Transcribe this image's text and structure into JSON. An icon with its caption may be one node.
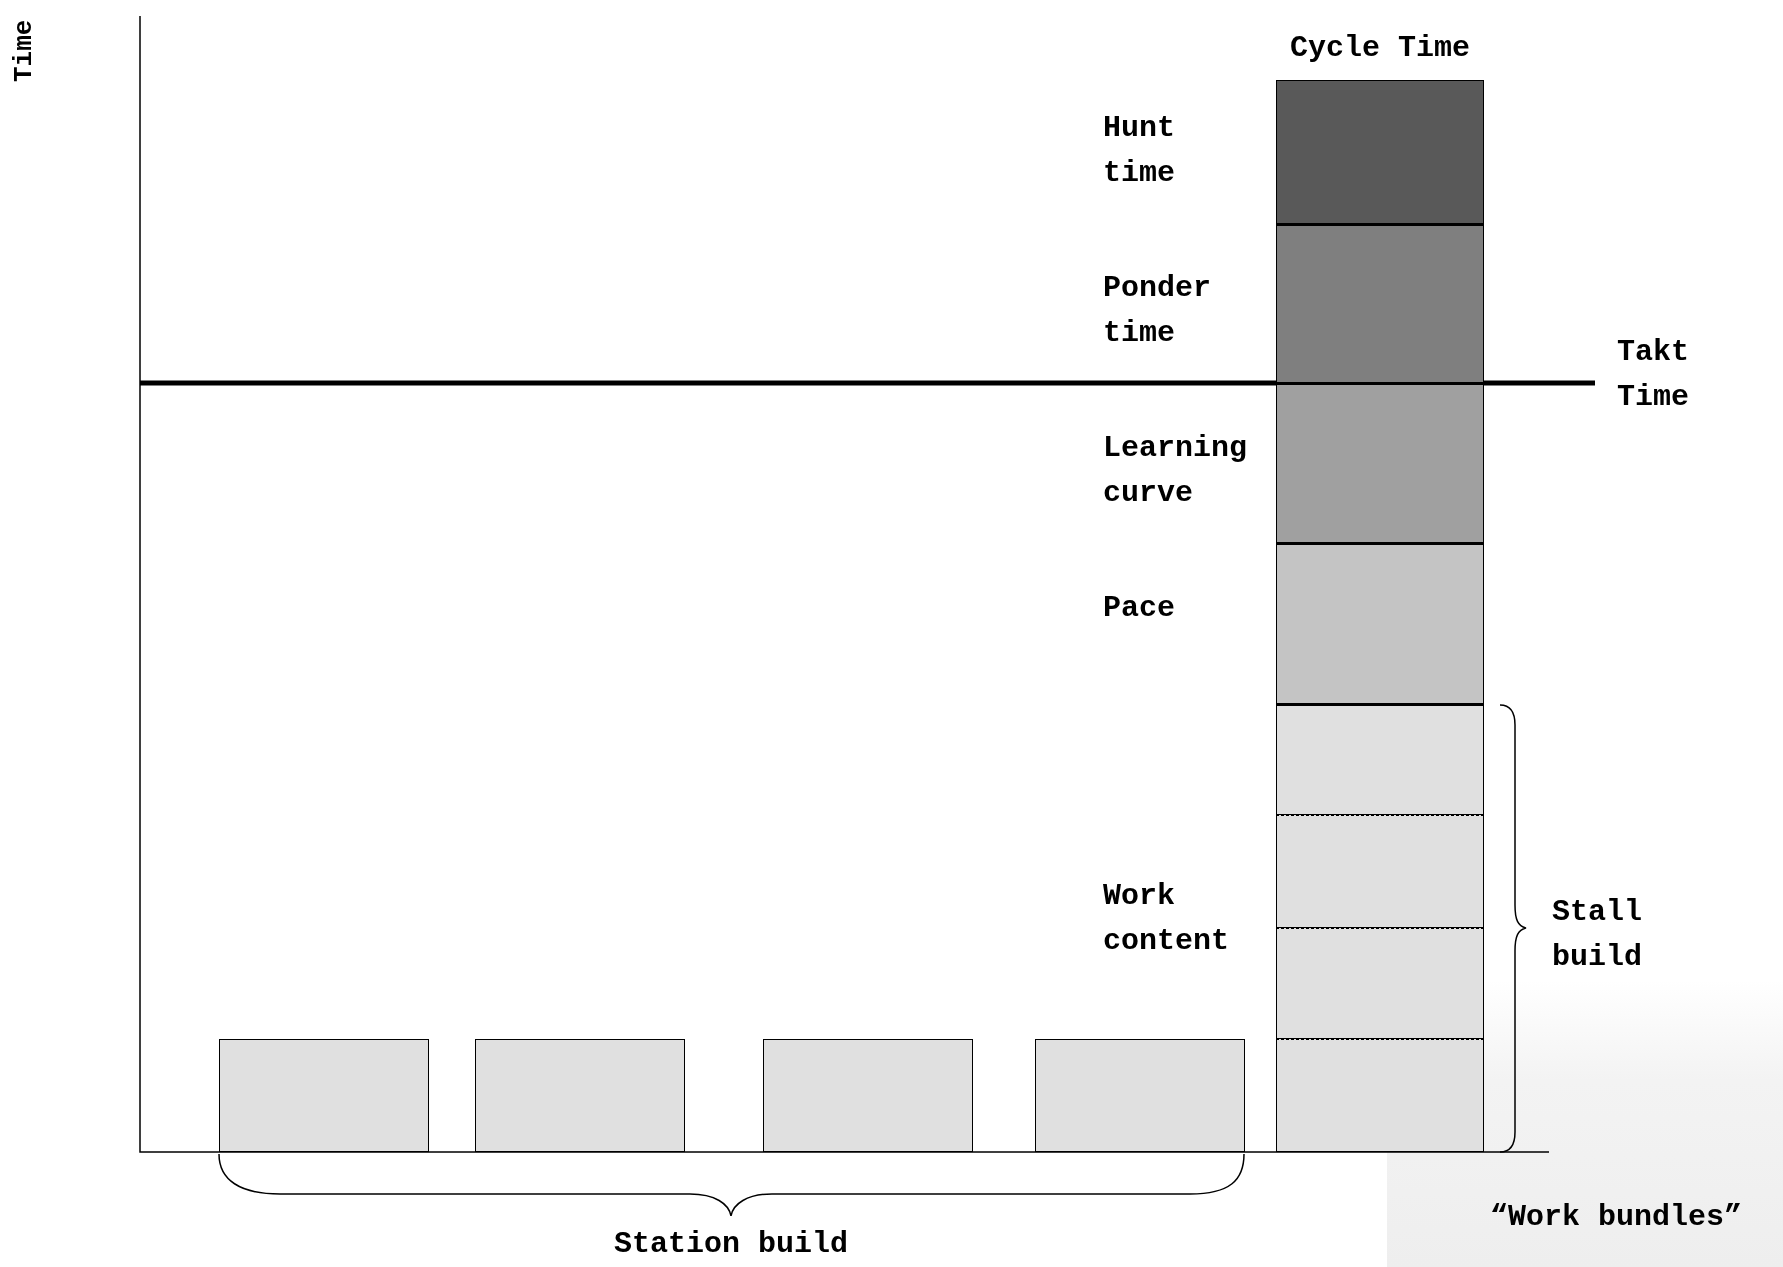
{
  "diagram": {
    "nodes": [
      {
        "text": [],
        "shape": "bar",
        "beside": [
          "Hunt time"
        ]
      },
      {
        "text": [],
        "shape": "bar",
        "beside": [
          "Ponder time"
        ]
      },
      {
        "text": [],
        "shape": "bar",
        "beside": [
          "Learning curve"
        ]
      },
      {
        "text": [],
        "shape": "bar",
        "beside": [
          "Pace"
        ]
      },
      {
        "text": [],
        "shape": "bar"
      },
      {
        "text": [],
        "shape": "bar"
      },
      {
        "text": [],
        "shape": "bar"
      },
      {
        "text": [],
        "shape": "bar"
      },
      {
        "text": [],
        "shape": "box"
      },
      {
        "text": [],
        "shape": "box"
      },
      {
        "text": [],
        "shape": "box"
      },
      {
        "text": [],
        "shape": "box"
      }
    ],
    "edges": [],
    "labels": [
      "Time",
      "Cycle Time",
      "Takt Time",
      "Work content",
      "Stall build",
      "Station build",
      "“Work bundles”"
    ]
  }
}
